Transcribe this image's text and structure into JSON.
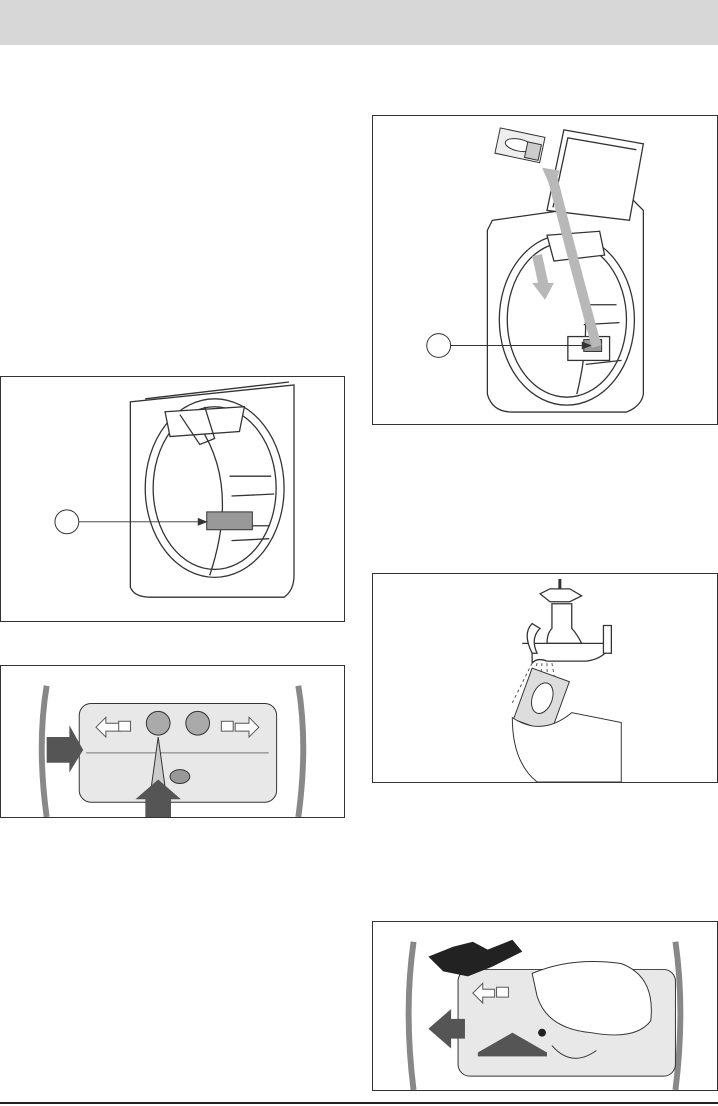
{
  "page": {
    "header_text": "",
    "figures": [
      {
        "id": "fig-dryer-filter-open",
        "callout": ""
      },
      {
        "id": "fig-dryer-filter-location",
        "callout": ""
      },
      {
        "id": "fig-filter-unlock",
        "lock_icons": [
          "lock-icon",
          "unlock-icon"
        ]
      },
      {
        "id": "fig-filter-rinse"
      },
      {
        "id": "fig-filter-lock",
        "lock_icons": [
          "lock-icon"
        ]
      }
    ]
  },
  "colors": {
    "header": "#d7d7d7",
    "frame": "#333333",
    "arrow_dark": "#555555",
    "arrow_light": "#b8b8b8"
  }
}
